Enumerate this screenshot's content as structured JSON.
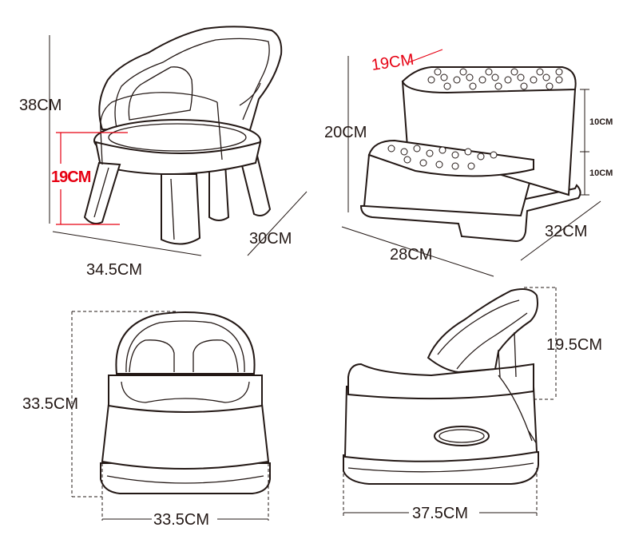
{
  "diagram": {
    "chair": {
      "height_label": "38CM",
      "seat_height_label": "19CM",
      "depth_label": "30CM",
      "width_label": "34.5CM"
    },
    "step_stool": {
      "height_label": "20CM",
      "top_step_label": "19CM",
      "upper_riser_label": "10CM",
      "lower_riser_label": "10CM",
      "width_label": "28CM",
      "depth_label": "32CM"
    },
    "potty_front": {
      "height_label": "33.5CM",
      "width_label": "33.5CM"
    },
    "potty_side": {
      "handle_height_label": "19.5CM",
      "length_label": "37.5CM"
    },
    "colors": {
      "outline": "#231815",
      "highlight": "#e60012"
    }
  }
}
